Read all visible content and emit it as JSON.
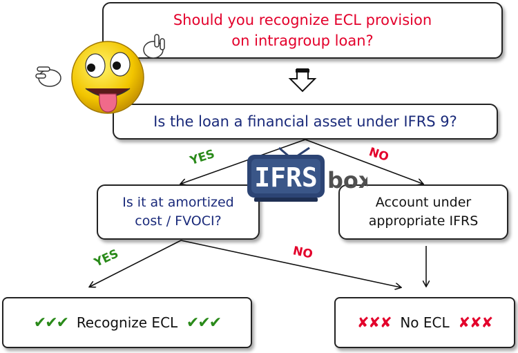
{
  "question_1": {
    "line1": "Should you recognize ECL provision",
    "line2": "on intragroup loan?"
  },
  "question_2": "Is the loan a financial asset under IFRS 9?",
  "question_3": {
    "line1": "Is it at amortized",
    "line2": "cost / FVOCI?"
  },
  "outcome_other": {
    "line1": "Account under",
    "line2": "appropriate IFRS"
  },
  "labels": {
    "yes_upper": "YES",
    "no_upper": "NO",
    "yes_lower": "YES",
    "no_lower": "NO"
  },
  "result_recognize": {
    "marks": "✔✔✔",
    "text": "Recognize ECL"
  },
  "result_no": {
    "marks": "✘✘✘",
    "text": "No ECL"
  },
  "logo": {
    "part1": "IFRS",
    "part2": "box"
  },
  "colors": {
    "red": "#e3002b",
    "navy": "#1a2a7a",
    "green": "#2a8a1a"
  }
}
